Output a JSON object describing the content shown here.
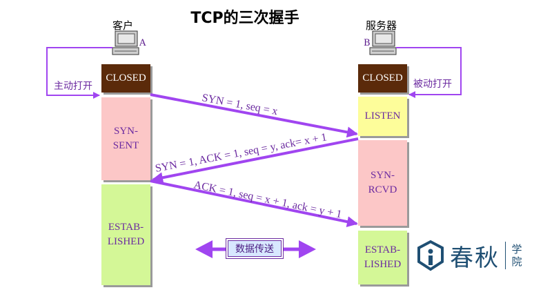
{
  "title": "TCP的三次握手",
  "client": {
    "label": "客户",
    "letter": "A",
    "action": "主动打开"
  },
  "server": {
    "label": "服务器",
    "letter": "B",
    "action": "被动打开"
  },
  "client_states": [
    "CLOSED",
    "SYN-\nSENT",
    "ESTAB-\nLISHED"
  ],
  "server_states": [
    "CLOSED",
    "LISTEN",
    "SYN-\nRCVD",
    "ESTAB-\nLISHED"
  ],
  "messages": [
    "SYN = 1, seq = x",
    "SYN = 1, ACK = 1, seq = y, ack= x + 1",
    "ACK = 1, seq = x + 1, ack = y + 1"
  ],
  "data_transfer": "数据传送",
  "logo": {
    "text": "春秋",
    "small": "学院"
  },
  "colors": {
    "arrow": "#a045f0",
    "closed": "#5b2a0a",
    "listen": "#fdfd9a",
    "syn": "#fcc7c7",
    "established": "#d4f797"
  }
}
